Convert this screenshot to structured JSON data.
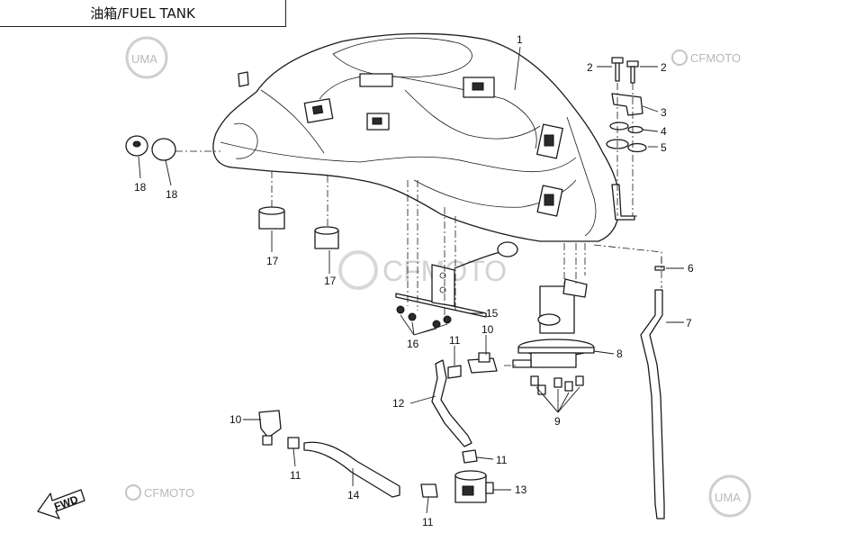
{
  "title": "油箱/FUEL TANK",
  "watermarks": {
    "cfmoto_small": "CFMOTO",
    "cfmoto_large": "CFMOTO",
    "uma": "UMA"
  },
  "fwd_label": "FWD",
  "callouts": [
    "1",
    "2",
    "2",
    "3",
    "4",
    "5",
    "6",
    "7",
    "8",
    "9",
    "10",
    "10",
    "11",
    "11",
    "11",
    "11",
    "12",
    "13",
    "14",
    "15",
    "16",
    "17",
    "17",
    "18",
    "18"
  ]
}
